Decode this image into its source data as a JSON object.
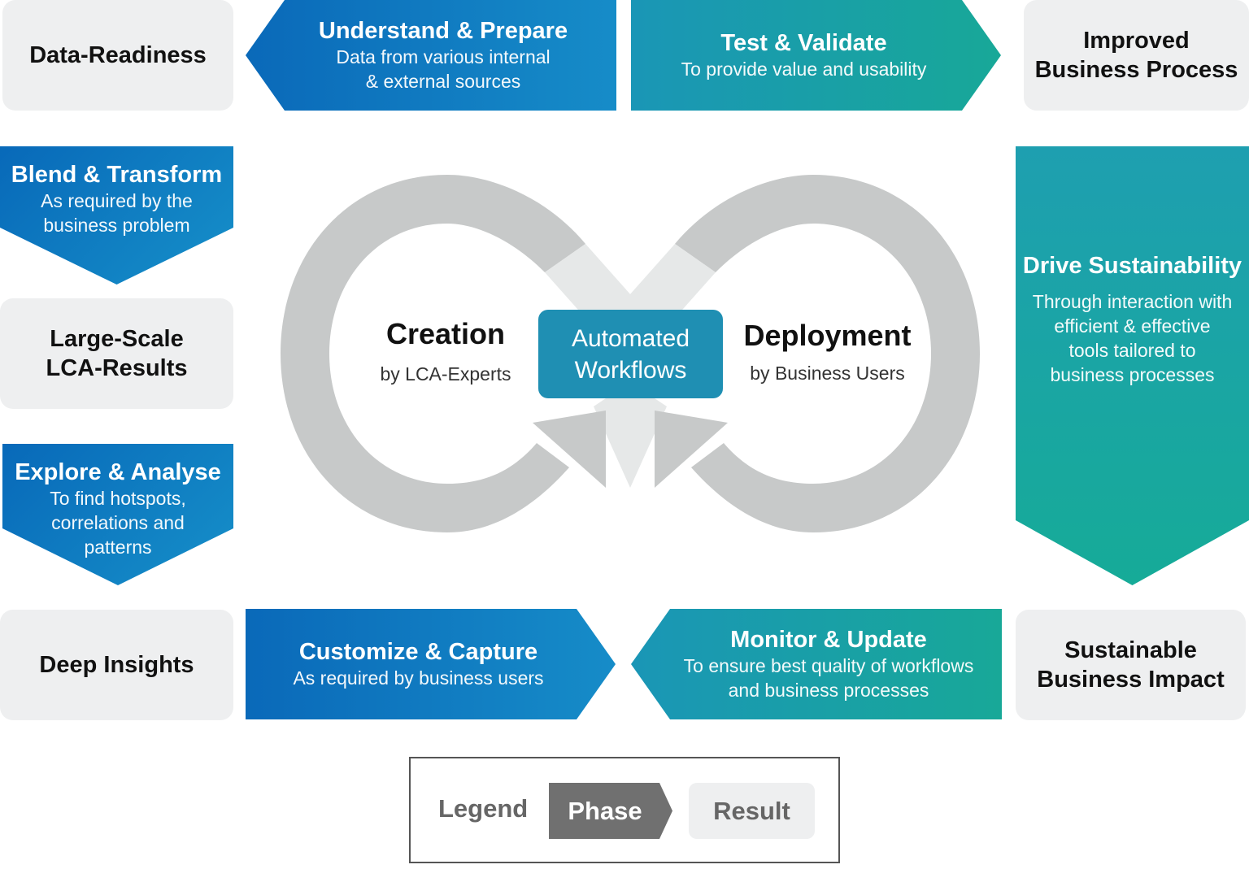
{
  "results": {
    "data_readiness": "Data-Readiness",
    "improved_line1": "Improved",
    "improved_line2": "Business Process",
    "large_line1": "Large-Scale",
    "large_line2": "LCA-Results",
    "deep_insights": "Deep Insights",
    "sustainable_line1": "Sustainable",
    "sustainable_line2": "Business Impact"
  },
  "phases": {
    "understand": {
      "title": "Understand & Prepare",
      "sub1": "Data from various internal",
      "sub2": "& external sources"
    },
    "test": {
      "title": "Test & Validate",
      "sub1": "To provide value and usability"
    },
    "blend": {
      "title": "Blend & Transform",
      "sub1": "As required by the",
      "sub2": "business problem"
    },
    "explore": {
      "title": "Explore & Analyse",
      "sub1": "To find hotspots,",
      "sub2": "correlations and",
      "sub3": "patterns"
    },
    "drive": {
      "title": "Drive Sustainability",
      "sub1": "Through interaction with",
      "sub2": "efficient & effective",
      "sub3": "tools tailored to",
      "sub4": "business processes"
    },
    "customize": {
      "title": "Customize & Capture",
      "sub1": "As required by business users"
    },
    "monitor": {
      "title": "Monitor & Update",
      "sub1": "To ensure best quality of workflows",
      "sub2": "and business processes"
    }
  },
  "center": {
    "creation_title": "Creation",
    "creation_sub": "by LCA-Experts",
    "deployment_title": "Deployment",
    "deployment_sub": "by Business Users",
    "box_line1": "Automated",
    "box_line2": "Workflows"
  },
  "legend": {
    "label": "Legend",
    "phase": "Phase",
    "result": "Result"
  },
  "colors": {
    "phase_blue": "#0a69b9",
    "phase_teal": "#18a898",
    "result_bg": "#eeeff0",
    "loop_gray": "#c7c9c9",
    "center_box": "#1f8fb3",
    "legend_phase": "#707070"
  }
}
